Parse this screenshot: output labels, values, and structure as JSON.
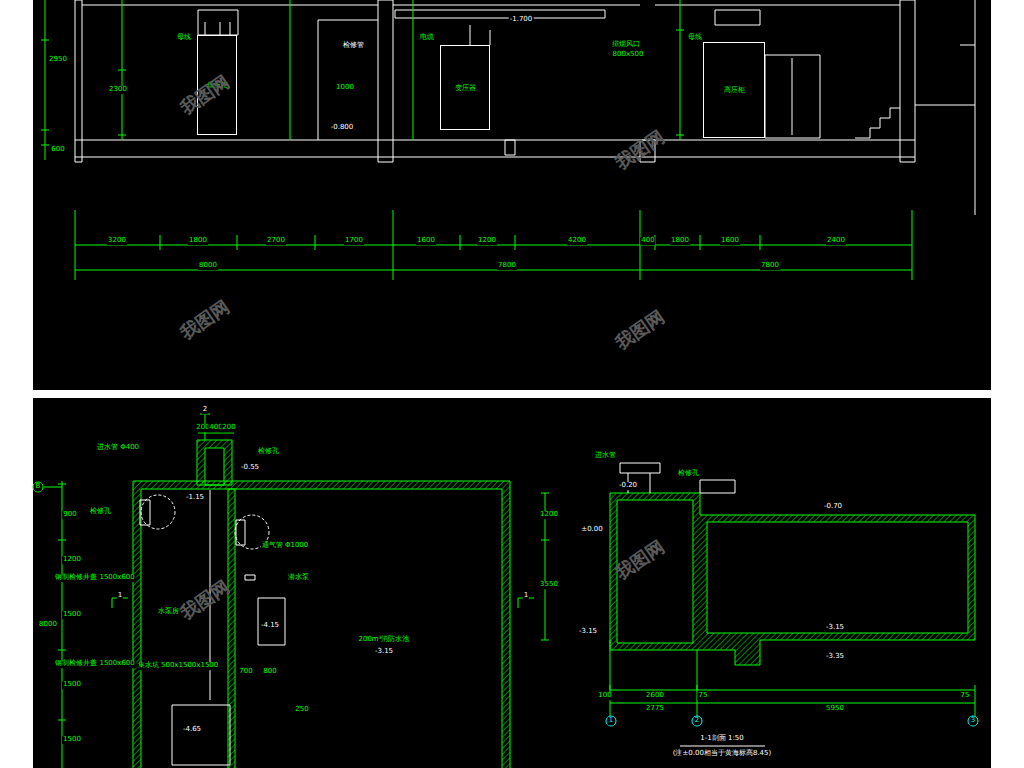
{
  "diagram": {
    "nodes": [
      {
        "text": [
          "低压柜"
        ]
      },
      {
        "text": [
          "变压器"
        ]
      },
      {
        "text": [
          "高压柜"
        ]
      }
    ],
    "labels": [
      "3200",
      "1800",
      "2700",
      "1700",
      "1600",
      "1200",
      "4200",
      "400",
      "1800",
      "1600",
      "2400",
      "8000",
      "7800",
      "7800",
      "2950",
      "2300",
      "600",
      "母线",
      "电缆",
      "母线",
      "检修管",
      "1000",
      "-0.800",
      "-1.700",
      "排烟风口",
      "800x500",
      "2",
      "200",
      "400",
      "200",
      "进水管 Φ400",
      "-0.55",
      "检修孔",
      "-1.15",
      "检修孔",
      "钢制检修井盖 1500x600",
      "钢制检修井盖 1500x600",
      "通气管 Φ1000",
      "潜水泵",
      "-4.15",
      "水泵房",
      "集水坑 500x1500x1500",
      "-4.65",
      "200m³消防水池",
      "-3.15",
      "900",
      "1200",
      "1500",
      "1500",
      "1500",
      "8000",
      "B",
      "700",
      "800",
      "250",
      "进水管",
      "-0.20",
      "检修孔",
      "-0.70",
      "±0.00",
      "1200",
      "3550",
      "-3.15",
      "-3.15",
      "-3.35",
      "100",
      "2600",
      "75",
      "75",
      "2775",
      "5950",
      "1",
      "2",
      "3",
      "1-1剖面 1:50",
      "(注±0.00相当于黄海标高8.45)",
      "1",
      "1",
      "我图网",
      "我图网",
      "我图网",
      "我图网",
      "我图网",
      "我图网"
    ]
  }
}
